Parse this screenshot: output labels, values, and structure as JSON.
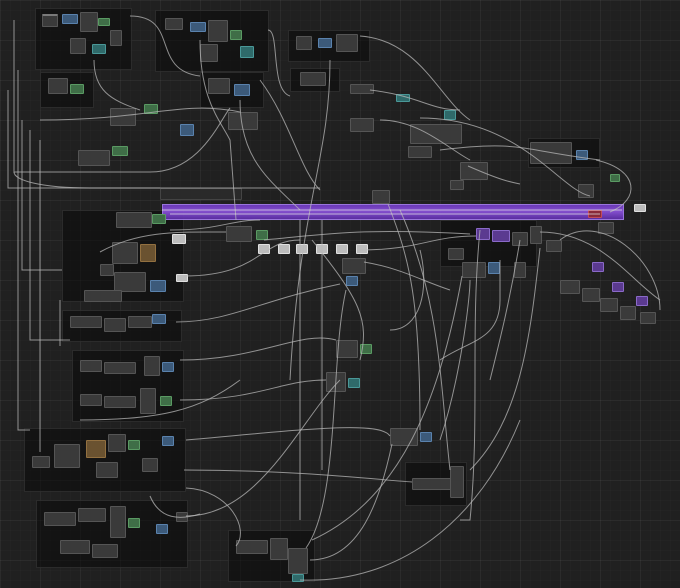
{
  "app": {
    "name": "node-graph-editor",
    "view": "workflow-canvas"
  },
  "colors": {
    "canvas_bg": "#202020",
    "wire": "#b8b8b8",
    "wire_accent": "#ffffff",
    "group_bg": "#0a0a0a",
    "purple_group": "#7a46cc",
    "node_default": "#3a3a3a",
    "node_green": "#3f6e47",
    "node_blue": "#3c5a7a",
    "node_teal": "#2f6a6a",
    "node_red": "#8a2a3a",
    "node_purple": "#5b3a90"
  },
  "icons": {
    "canvas": "grid-canvas",
    "node": "node-block",
    "wire": "link-wire"
  }
}
